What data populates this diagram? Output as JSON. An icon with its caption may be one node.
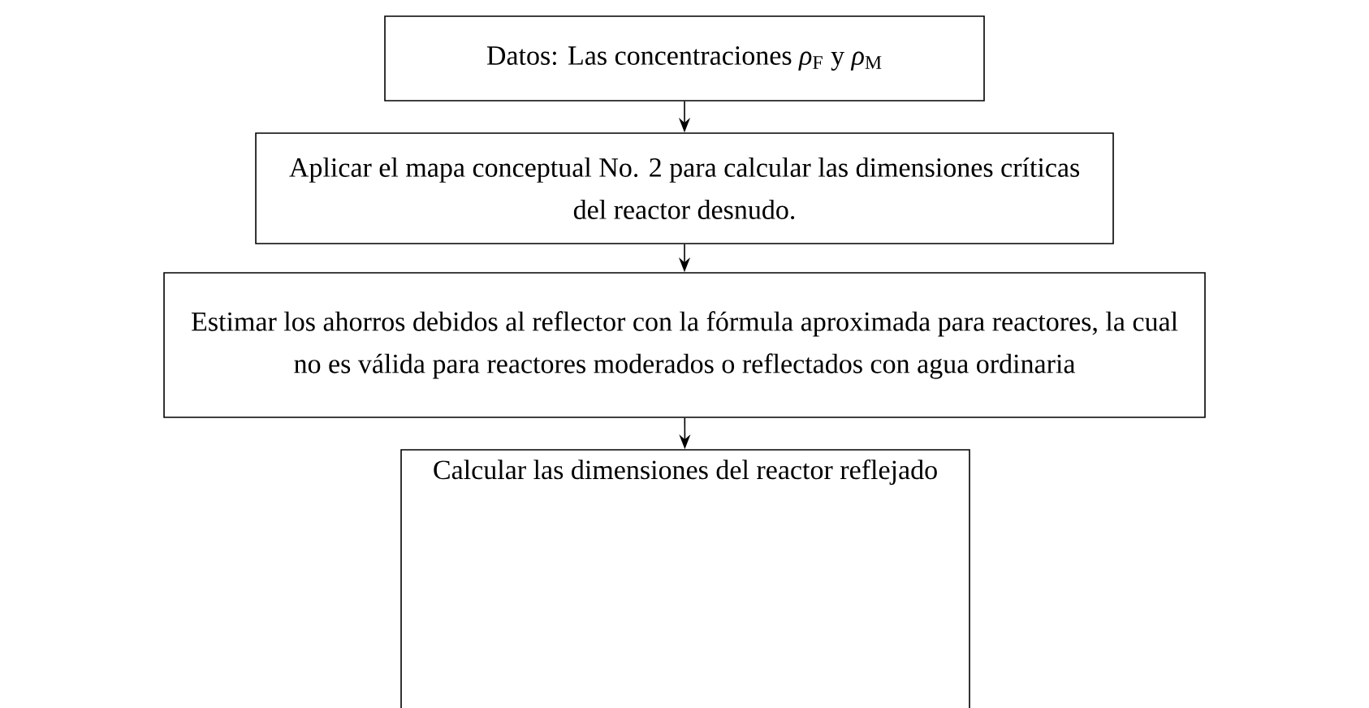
{
  "diagram": {
    "nodes": [
      {
        "text": [
          "Datos: Las concentraciones *ρ*$_{F}$ y *ρ*$_{M}$"
        ]
      },
      {
        "text": [
          "Aplicar el mapa conceptual No. 2 para calcular las dimensiones críticas del reactor desnudo."
        ]
      },
      {
        "text": [
          "Estimar los ahorros debidos al reflector con la fórmula aproximada para reactores, la cual no es válida para reactores moderados o reflectados con agua ordinaria"
        ]
      },
      {
        "text": [
          "Calcular las dimensiones del reactor reflejado"
        ]
      }
    ],
    "edges": [
      {
        "from": 0,
        "to": 1,
        "arrow": "to"
      },
      {
        "from": 1,
        "to": 2,
        "arrow": "to"
      },
      {
        "from": 2,
        "to": 3,
        "arrow": "to"
      }
    ]
  }
}
